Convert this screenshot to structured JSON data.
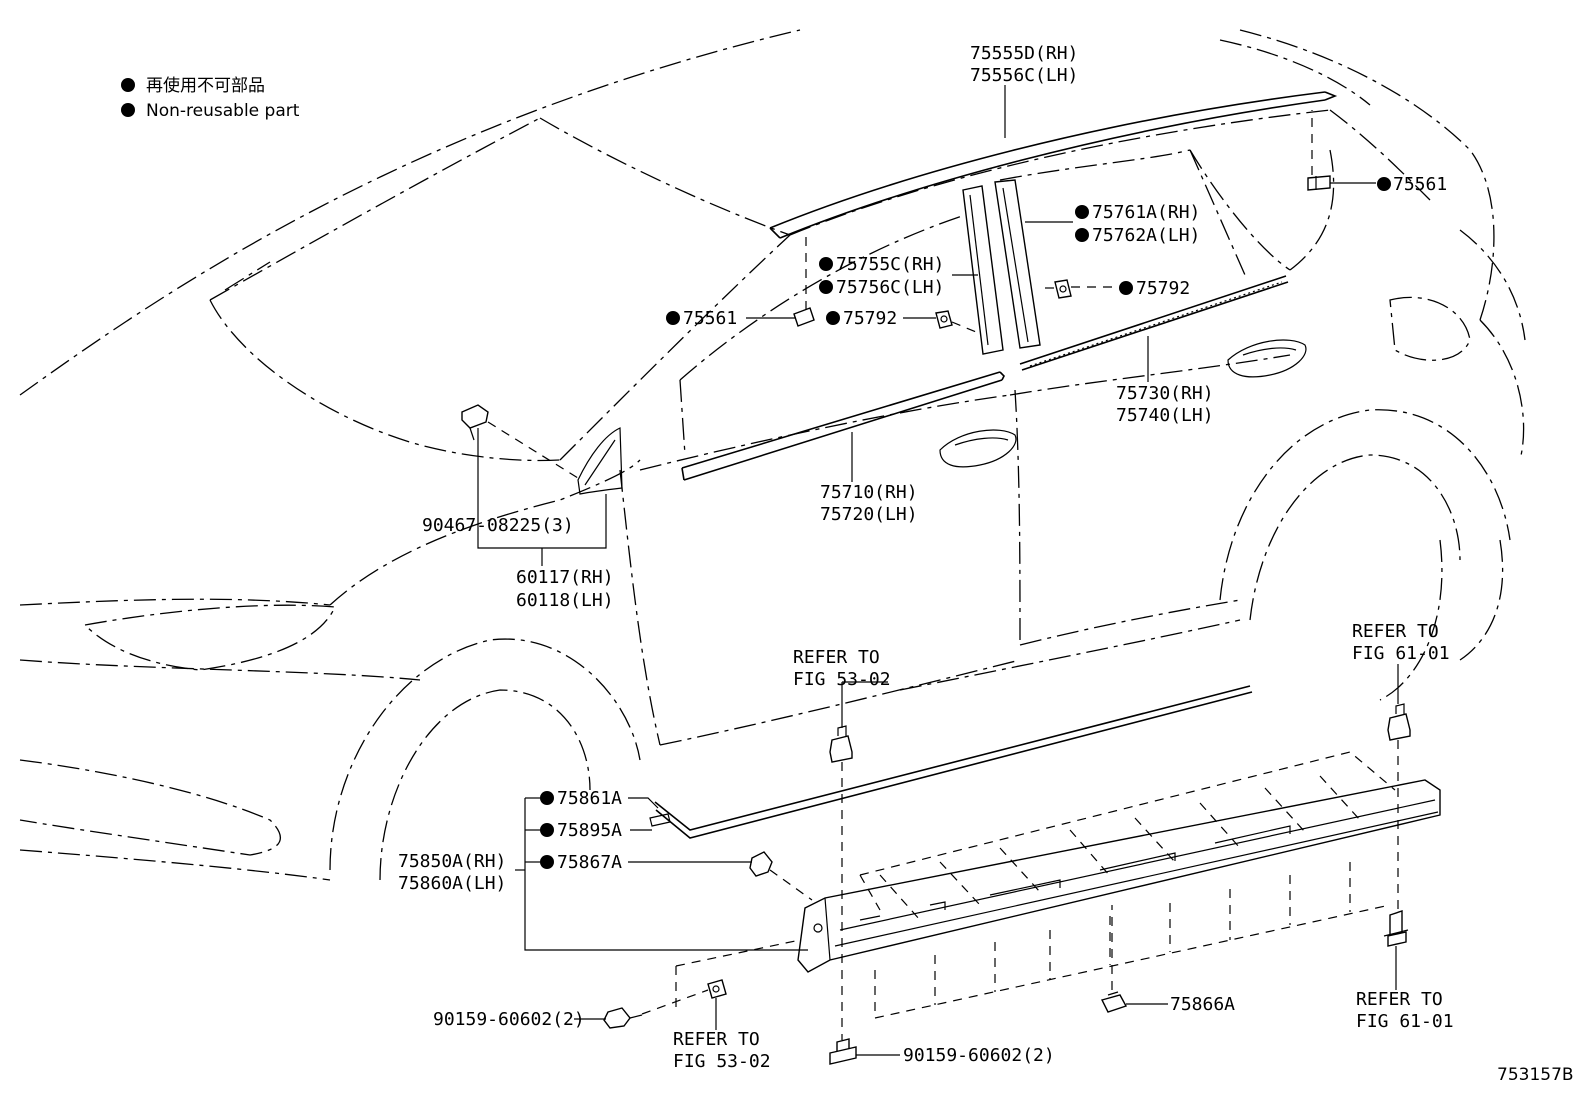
{
  "legend": {
    "items": [
      {
        "text": "再使用不可部品"
      },
      {
        "text": "Non-reusable part"
      }
    ]
  },
  "figure_code": "753157B",
  "labels": {
    "p75555": {
      "l1": "75555D(RH)",
      "l2": "75556C(LH)"
    },
    "p75561_right": "75561",
    "p75761": {
      "l1": "75761A(RH)",
      "l2": "75762A(LH)"
    },
    "p75755": {
      "l1": "75755C(RH)",
      "l2": "75756C(LH)"
    },
    "p75792_right": "75792",
    "p75561_left": "75561",
    "p75792_left": "75792",
    "p75730": {
      "l1": "75730(RH)",
      "l2": "75740(LH)"
    },
    "p75710": {
      "l1": "75710(RH)",
      "l2": "75720(LH)"
    },
    "p90467": "90467-08225(3)",
    "p60117": {
      "l1": "60117(RH)",
      "l2": "60118(LH)"
    },
    "ref_53_02_top": {
      "l1": "REFER TO",
      "l2": "FIG 53-02"
    },
    "ref_61_01_top": {
      "l1": "REFER TO",
      "l2": "FIG 61-01"
    },
    "p75861": "75861A",
    "p75895": "75895A",
    "p75867": "75867A",
    "p75850": {
      "l1": "75850A(RH)",
      "l2": "75860A(LH)"
    },
    "p75866": "75866A",
    "ref_61_01_bottom": {
      "l1": "REFER TO",
      "l2": "FIG 61-01"
    },
    "p90159_left": "90159-60602(2)",
    "ref_53_02_bottom": {
      "l1": "REFER TO",
      "l2": "FIG 53-02"
    },
    "p90159_bottom": "90159-60602(2)"
  }
}
